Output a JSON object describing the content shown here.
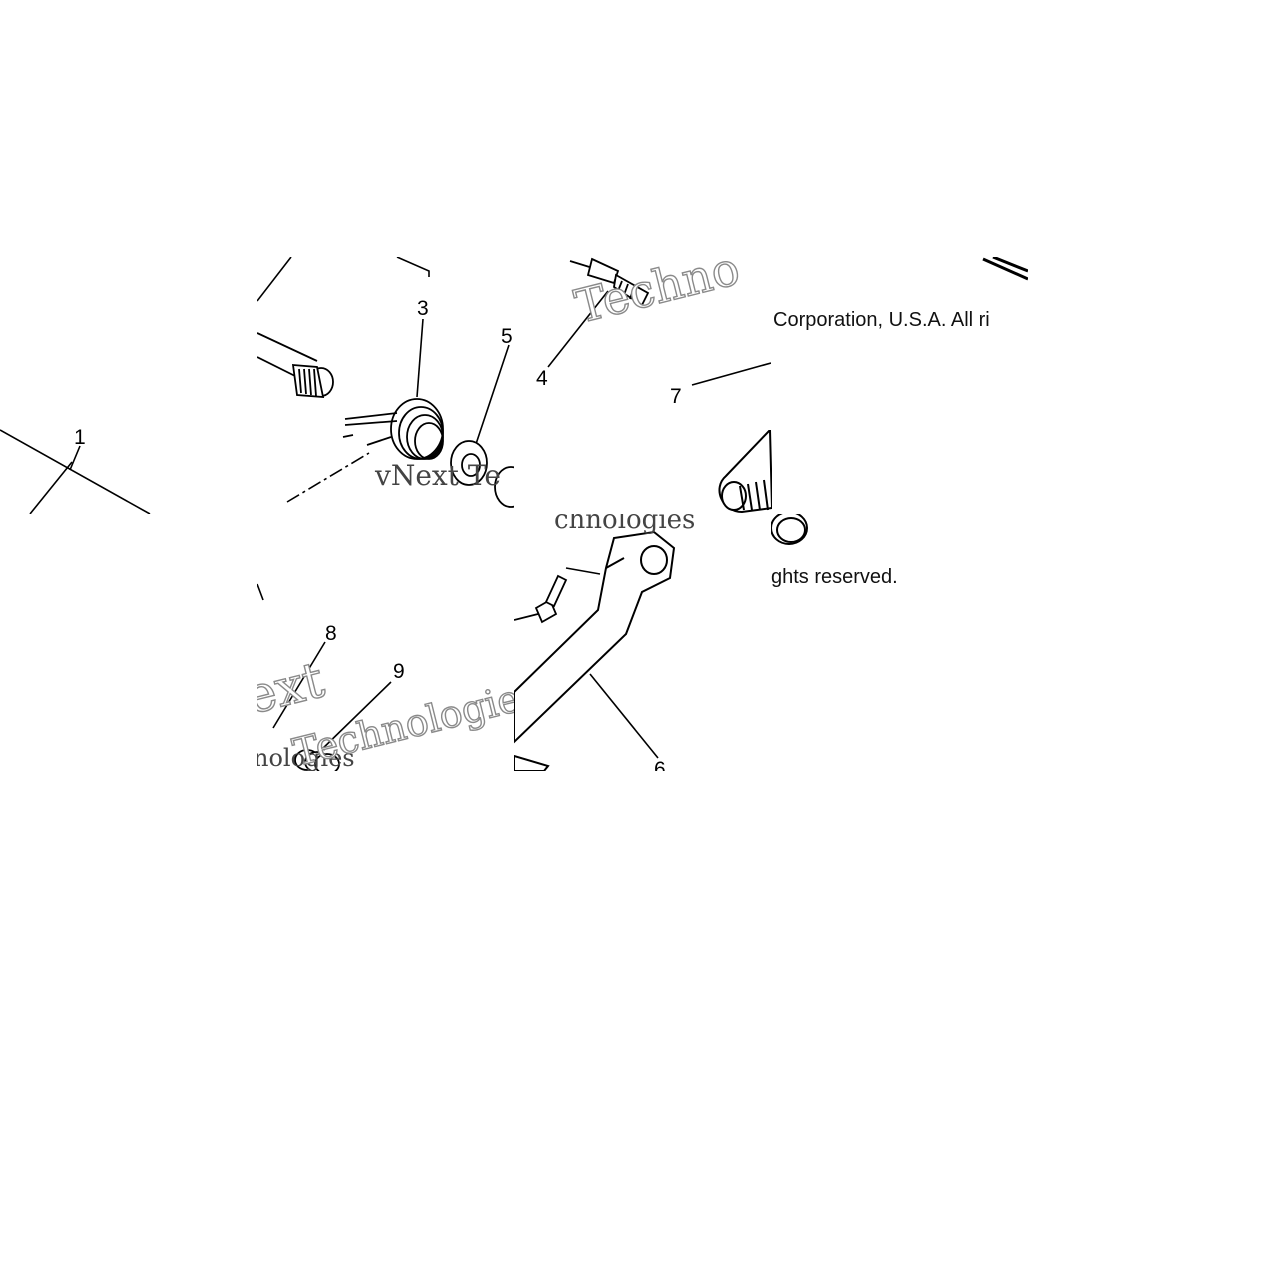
{
  "callouts": {
    "c1": "1",
    "c3": "3",
    "c4": "4",
    "c5": "5",
    "c6": "6",
    "c7": "7",
    "c8": "8",
    "c9": "9"
  },
  "copyright": {
    "line1": "Corporation, U.S.A. All ri",
    "line2": "ghts reserved."
  },
  "watermark": {
    "w1": "Techno",
    "w2": "vNext Te",
    "w3": "chnologies",
    "w4": "ext",
    "w5": "nologies",
    "w6": "Technologie"
  },
  "colors": {
    "line": "#000000",
    "watermark_stroke": "#8a8a8a",
    "background": "#ffffff"
  }
}
